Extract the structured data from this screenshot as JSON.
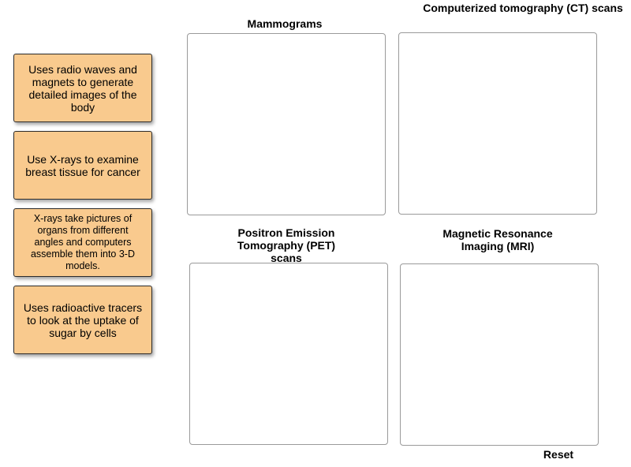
{
  "cards": [
    {
      "text": "Uses radio waves and magnets to generate detailed images of the body"
    },
    {
      "text": "Use X-rays to examine breast tissue for cancer"
    },
    {
      "text": "X-rays take pictures of organs from different angles and computers assemble them into 3-D models."
    },
    {
      "text": "Uses radioactive tracers to look at the uptake of sugar by cells"
    }
  ],
  "zones": [
    {
      "label": "Mammograms"
    },
    {
      "label": "Computerized tomography (CT) scans"
    },
    {
      "label": "Positron Emission Tomography (PET) scans"
    },
    {
      "label": "Magnetic Resonance Imaging (MRI)"
    }
  ],
  "controls": {
    "reset_label": "Reset"
  }
}
